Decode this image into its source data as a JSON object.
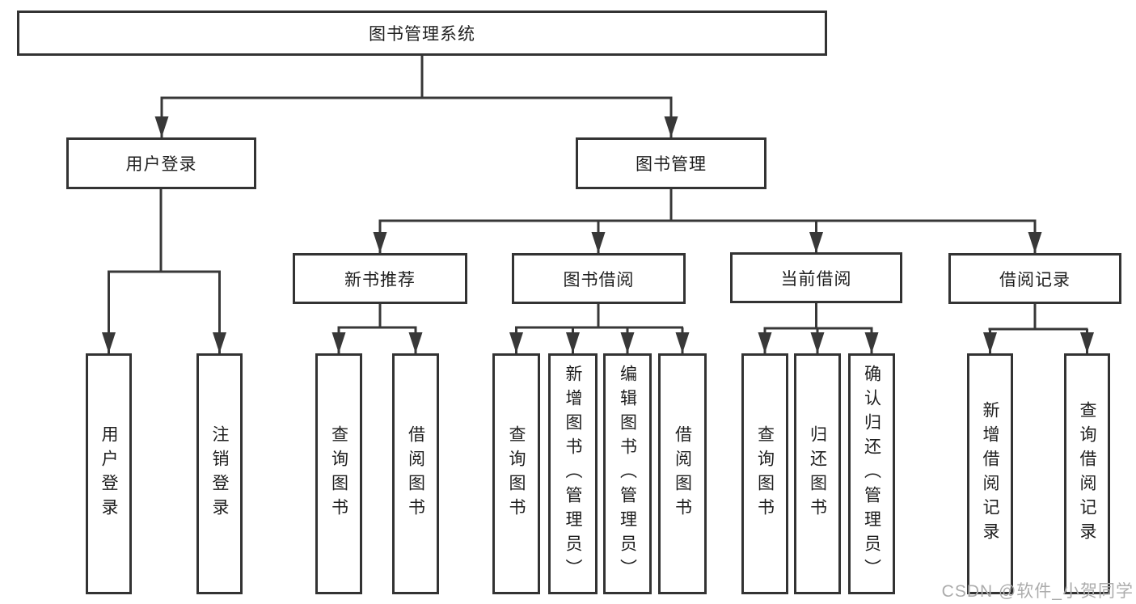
{
  "colors": {
    "line": "#383838",
    "box_border": "#333333",
    "text": "#1e1e1e",
    "watermark_text": "#acacac",
    "background": "#ffffff"
  },
  "watermark": {
    "text": "CSDN @软件_小贺同学"
  },
  "tree": {
    "label": "图书管理系统",
    "children": [
      {
        "label": "用户登录",
        "children": [
          {
            "label": "用户登录"
          },
          {
            "label": "注销登录"
          }
        ]
      },
      {
        "label": "图书管理",
        "children": [
          {
            "label": "新书推荐",
            "children": [
              {
                "label": "查询图书"
              },
              {
                "label": "借阅图书"
              }
            ]
          },
          {
            "label": "图书借阅",
            "children": [
              {
                "label": "查询图书"
              },
              {
                "label": "新增图书（管理员）"
              },
              {
                "label": "编辑图书（管理员）"
              },
              {
                "label": "借阅图书"
              }
            ]
          },
          {
            "label": "当前借阅",
            "children": [
              {
                "label": "查询图书"
              },
              {
                "label": "归还图书"
              },
              {
                "label": "确认归还（管理员）"
              }
            ]
          },
          {
            "label": "借阅记录",
            "children": [
              {
                "label": "新增借阅记录"
              },
              {
                "label": "查询借阅记录"
              }
            ]
          }
        ]
      }
    ]
  }
}
